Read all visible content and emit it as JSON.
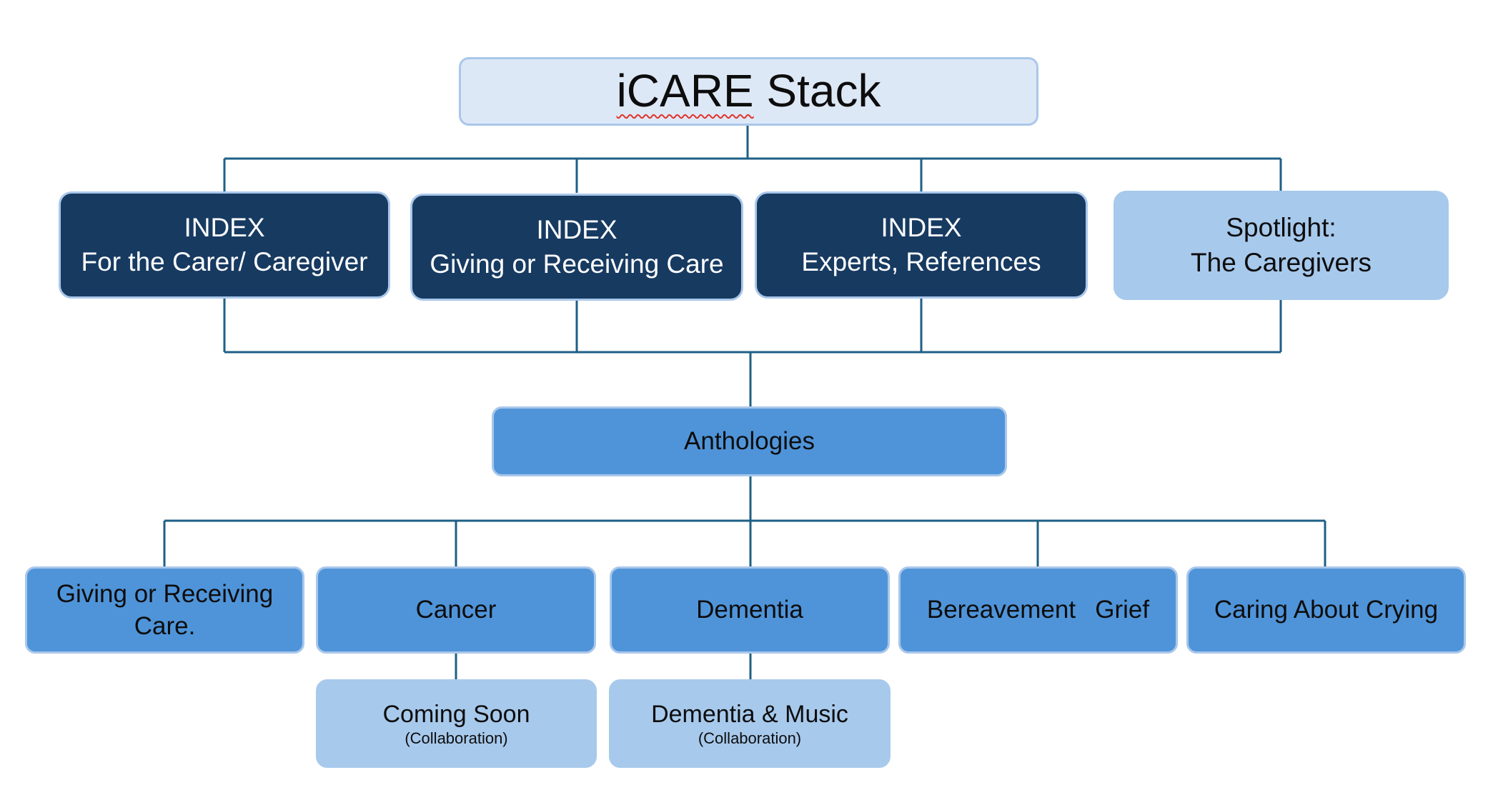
{
  "diagram": {
    "root": {
      "label_pre": "",
      "label_highlight": "iCARE",
      "label_post": " Stack"
    },
    "indexes": [
      {
        "line1": "INDEX",
        "line2": "For the Carer/ Caregiver"
      },
      {
        "line1": "INDEX",
        "line2": "Giving or Receiving Care"
      },
      {
        "line1": "INDEX",
        "line2": "Experts, References"
      },
      {
        "line1": "Spotlight:",
        "line2": "The Caregivers"
      }
    ],
    "hub": {
      "label": "Anthologies"
    },
    "categories": [
      {
        "line1": "Giving or Receiving",
        "line2": "Care."
      },
      {
        "line1": "Cancer"
      },
      {
        "line1": "Dementia"
      },
      {
        "line1": "Bereavement  Grief"
      },
      {
        "line1": "Caring About Crying"
      }
    ],
    "subitems": [
      {
        "title": "Coming Soon",
        "note": "(Collaboration)"
      },
      {
        "title": "Dementia & Music",
        "note": "(Collaboration)"
      }
    ],
    "colors": {
      "root_fill": "#dde8f7",
      "index_fill": "#173a61",
      "spotlight_fill": "#a7c9ec",
      "category_fill": "#4f94d9",
      "subitem_fill": "#a7c9ec",
      "connector": "#1f5f86"
    }
  }
}
